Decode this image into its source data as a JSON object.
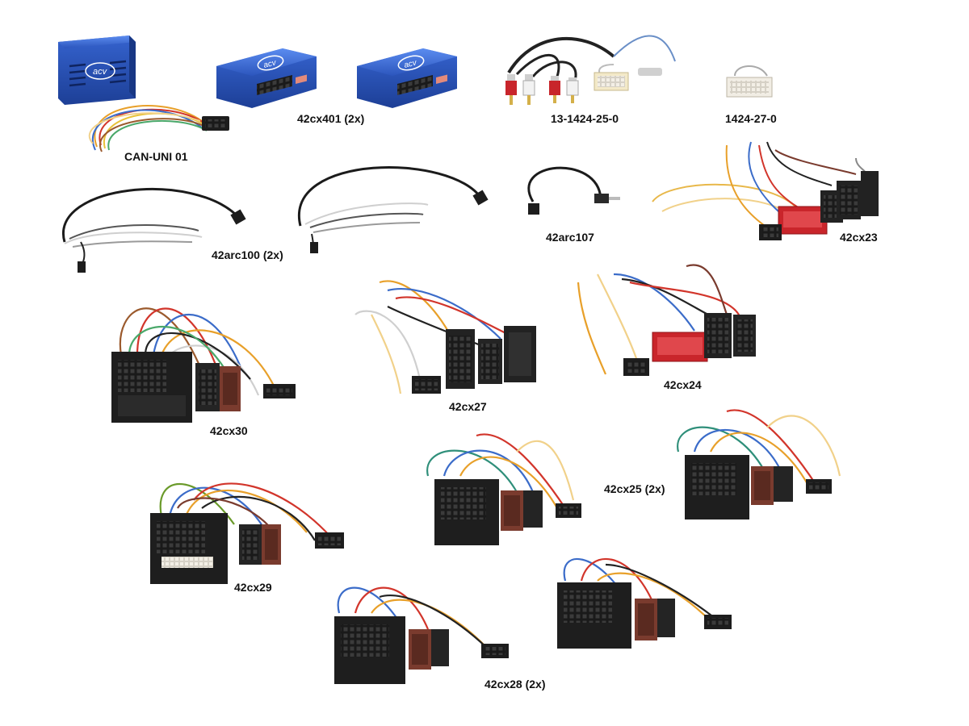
{
  "colors": {
    "module_blue": "#2f5fc8",
    "connector_black": "#222222",
    "connector_red": "#c9252b",
    "connector_brown": "#7a3b2e",
    "connector_white": "#e9e4da"
  },
  "brand_logo": "acv",
  "labels": {
    "can_uni": "CAN-UNI 01",
    "cx401": "42cx401 (2x)",
    "p13_1424": "13-1424-25-0",
    "p1424_27": "1424-27-0",
    "arc100": "42arc100 (2x)",
    "arc107": "42arc107",
    "cx23": "42cx23",
    "cx30": "42cx30",
    "cx27": "42cx27",
    "cx24": "42cx24",
    "cx25": "42cx25 (2x)",
    "cx29": "42cx29",
    "cx28": "42cx28 (2x)"
  }
}
